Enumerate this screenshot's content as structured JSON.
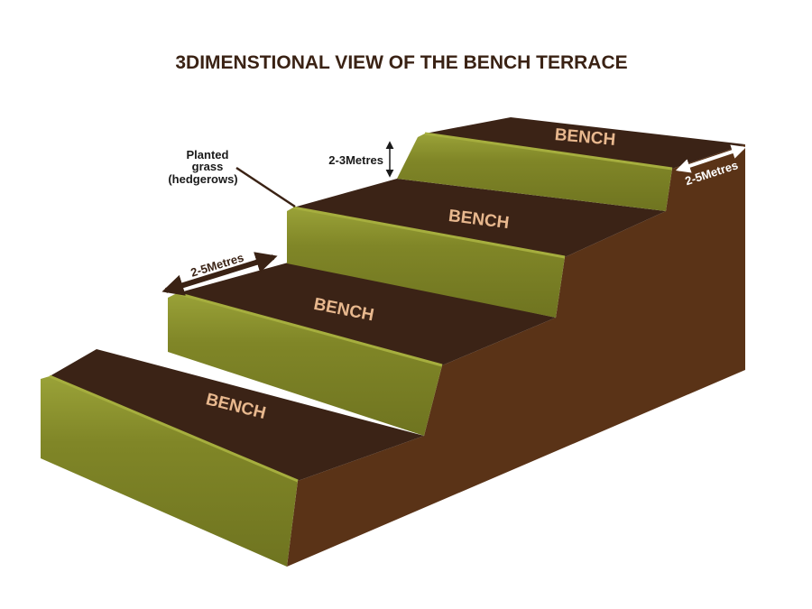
{
  "diagram": {
    "title": "3DIMENSTIONAL VIEW OF THE BENCH TERRACE",
    "bench_labels": [
      "BENCH",
      "BENCH",
      "BENCH",
      "BENCH"
    ],
    "annotations": {
      "planted_grass_line1": "Planted",
      "planted_grass_line2": "grass",
      "planted_grass_line3": "(hedgerows)",
      "riser_height": "2-3Metres",
      "bench_width_left": "2-5Metres",
      "bench_width_right": "2-5Metres"
    },
    "colors": {
      "bench_top": "#3b2316",
      "soil_side": "#5a3317",
      "grass_riser": "#7f8424",
      "grass_edge": "#9aa238"
    }
  }
}
